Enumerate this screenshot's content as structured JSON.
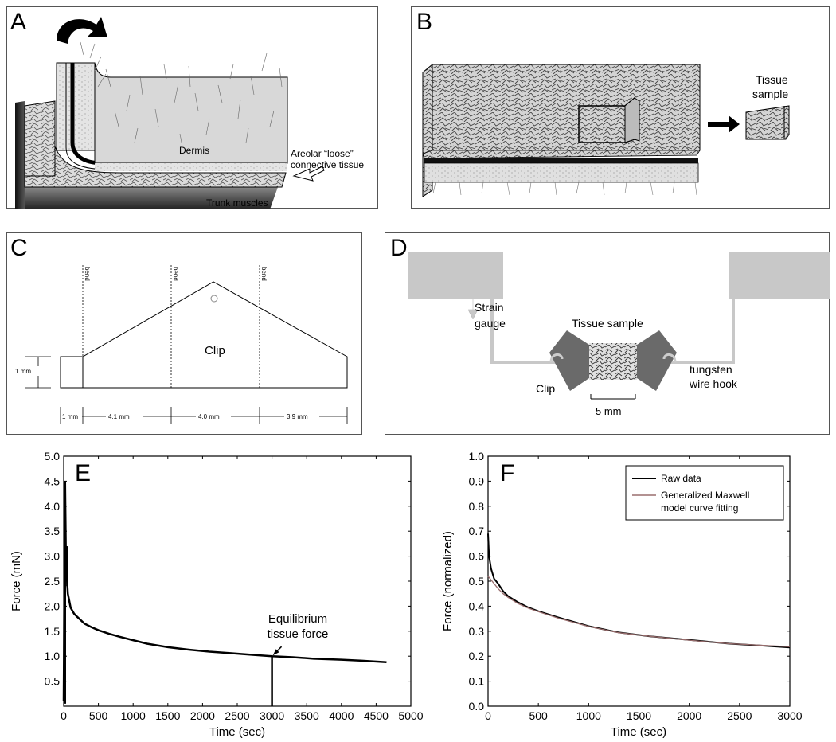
{
  "panels": {
    "A": {
      "letter": "A",
      "dermis_label": "Dermis",
      "areolar_label_1": "Areolar “loose”",
      "areolar_label_2": "connective tissue",
      "muscles_label": "Trunk muscles"
    },
    "B": {
      "letter": "B",
      "sample_label_1": "Tissue",
      "sample_label_2": "sample"
    },
    "C": {
      "letter": "C",
      "bend_label": "bend",
      "clip_label": "Clip",
      "height_label": "1 mm",
      "dims": [
        "1 mm",
        "4.1 mm",
        "4.0 mm",
        "3.9 mm"
      ]
    },
    "D": {
      "letter": "D",
      "strain_label_1": "Strain",
      "strain_label_2": "gauge",
      "tissue_label": "Tissue sample",
      "clip_label": "Clip",
      "hook_label_1": "tungsten",
      "hook_label_2": "wire hook",
      "scale_label": "5 mm"
    }
  },
  "chart_data": [
    {
      "panel": "E",
      "type": "line",
      "letter": "E",
      "xlabel": "Time (sec)",
      "ylabel": "Force (mN)",
      "xlim": [
        0,
        5000
      ],
      "ylim": [
        0,
        5.0
      ],
      "xticks": [
        0,
        500,
        1000,
        1500,
        2000,
        2500,
        3000,
        3500,
        4000,
        4500,
        5000
      ],
      "yticks": [
        0.5,
        1.0,
        1.5,
        2.0,
        2.5,
        3.0,
        3.5,
        4.0,
        4.5,
        5.0
      ],
      "annotation_1": "Equilibrium",
      "annotation_2": "tissue force",
      "annotation_point": [
        3000,
        1.0
      ],
      "series": [
        {
          "x": [
            0,
            20,
            35,
            50,
            60,
            100,
            150,
            200,
            300,
            400,
            500,
            650,
            800,
            1000,
            1200,
            1500,
            1800,
            2100,
            2400,
            2700,
            3000,
            3300,
            3600,
            4000,
            4300,
            4650
          ],
          "y": [
            0.1,
            4.5,
            2.6,
            2.5,
            2.25,
            1.97,
            1.85,
            1.78,
            1.65,
            1.58,
            1.52,
            1.45,
            1.39,
            1.32,
            1.25,
            1.18,
            1.13,
            1.09,
            1.06,
            1.03,
            1.0,
            0.98,
            0.95,
            0.93,
            0.91,
            0.88
          ]
        }
      ],
      "extra_lines": [
        {
          "x": [
            20,
            20
          ],
          "y": [
            0.05,
            4.5
          ]
        },
        {
          "x": [
            50,
            50
          ],
          "y": [
            2.4,
            3.2
          ]
        },
        {
          "x": [
            3000,
            3000
          ],
          "y": [
            0,
            1.0
          ]
        }
      ]
    },
    {
      "panel": "F",
      "type": "line",
      "letter": "F",
      "xlabel": "Time (sec)",
      "ylabel": "Force (normalized)",
      "xlim": [
        0,
        3000
      ],
      "ylim": [
        0,
        1.0
      ],
      "xticks": [
        0,
        500,
        1000,
        1500,
        2000,
        2500,
        3000
      ],
      "yticks": [
        0.0,
        0.1,
        0.2,
        0.3,
        0.4,
        0.5,
        0.6,
        0.7,
        0.8,
        0.9,
        1.0
      ],
      "legend_position": "top-right",
      "series": [
        {
          "name": "Raw data",
          "color": "#000000",
          "x": [
            0,
            10,
            30,
            60,
            100,
            150,
            200,
            300,
            400,
            500,
            700,
            1000,
            1300,
            1600,
            2000,
            2400,
            2700,
            3000
          ],
          "y": [
            0.69,
            0.6,
            0.55,
            0.51,
            0.49,
            0.46,
            0.44,
            0.415,
            0.395,
            0.38,
            0.355,
            0.32,
            0.295,
            0.28,
            0.265,
            0.25,
            0.243,
            0.235
          ]
        },
        {
          "name": "Generalized Maxwell model curve fitting",
          "legend_line_1": "Generalized Maxwell",
          "legend_line_2": "model curve fitting",
          "color": "#9a6e6e",
          "x": [
            0,
            30,
            60,
            100,
            150,
            200,
            300,
            400,
            500,
            700,
            1000,
            1300,
            1600,
            2000,
            2400,
            2700,
            3000
          ],
          "y": [
            0.52,
            0.505,
            0.49,
            0.47,
            0.45,
            0.435,
            0.41,
            0.392,
            0.378,
            0.352,
            0.319,
            0.294,
            0.28,
            0.264,
            0.25,
            0.244,
            0.238
          ]
        }
      ]
    }
  ]
}
